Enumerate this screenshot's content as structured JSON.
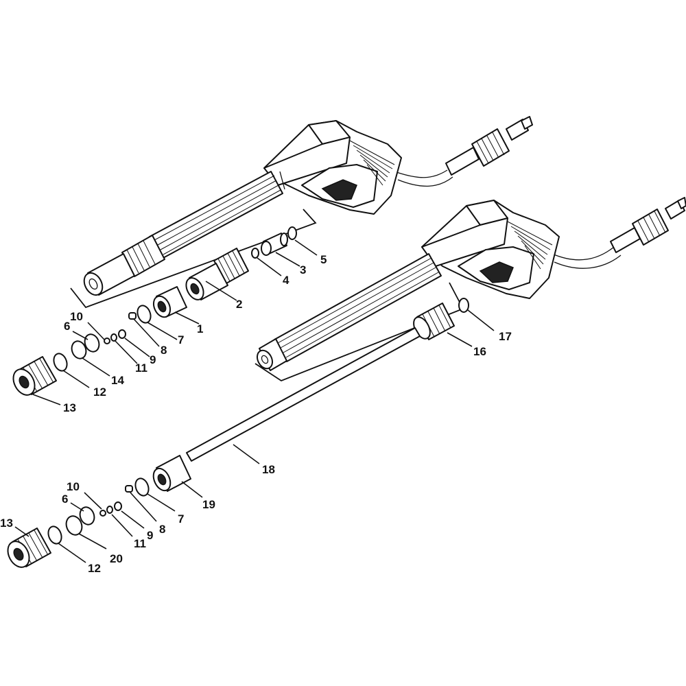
{
  "callouts": {
    "c1": "1",
    "c2": "2",
    "c3": "3",
    "c4": "4",
    "c5": "5",
    "c6a": "6",
    "c7a": "7",
    "c8a": "8",
    "c9a": "9",
    "c10a": "10",
    "c11a": "11",
    "c12a": "12",
    "c13a": "13",
    "c14": "14",
    "c16": "16",
    "c17": "17",
    "c18": "18",
    "c19": "19",
    "c6b": "6",
    "c7b": "7",
    "c8b": "8",
    "c9b": "9",
    "c10b": "10",
    "c11b": "11",
    "c12b": "12",
    "c13b": "13",
    "c20": "20"
  }
}
